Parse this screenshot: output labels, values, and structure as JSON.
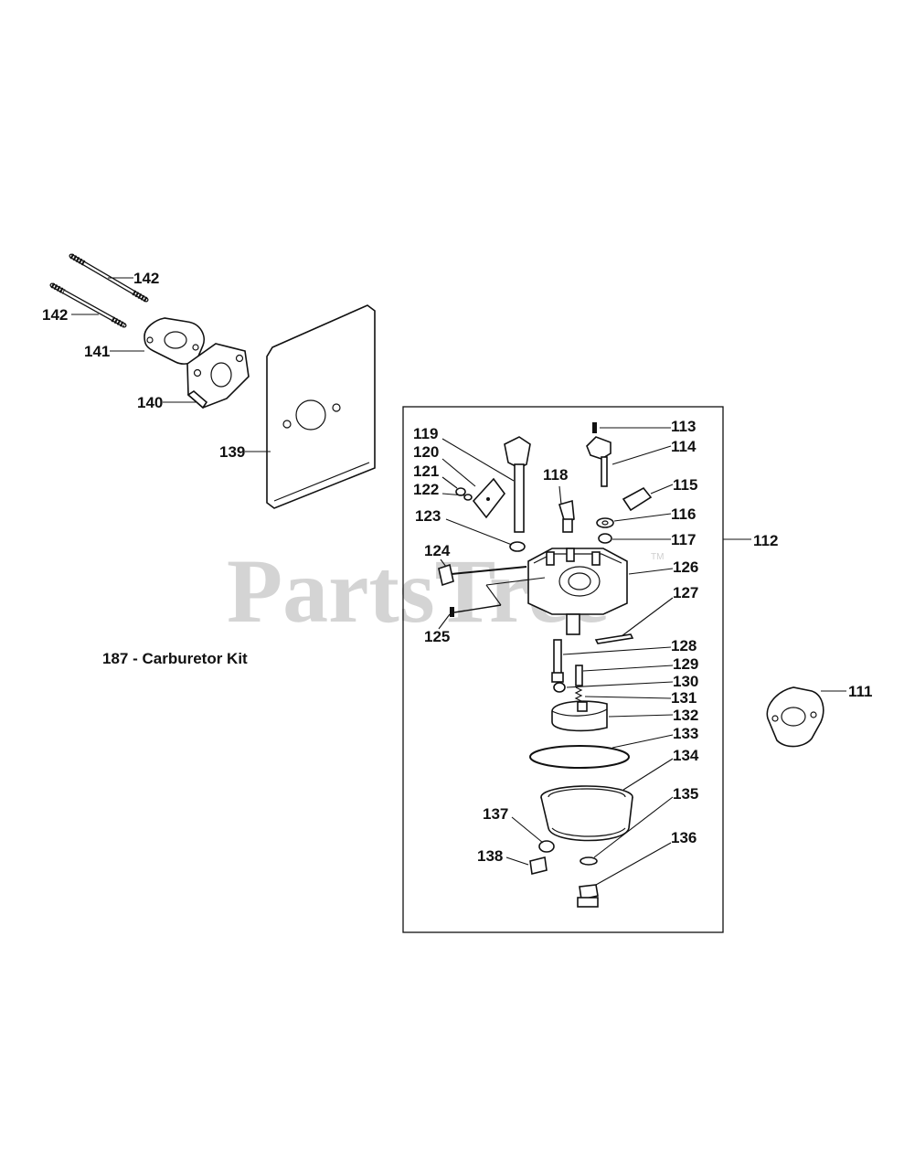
{
  "watermark": {
    "brand": "PartsTree",
    "trademark": "TM"
  },
  "kit_note": "187 - Carburetor Kit",
  "callouts": {
    "c142a": "142",
    "c142b": "142",
    "c141": "141",
    "c140": "140",
    "c139": "139",
    "c113": "113",
    "c114": "114",
    "c115": "115",
    "c116": "116",
    "c117": "117",
    "c112": "112",
    "c118": "118",
    "c119": "119",
    "c120": "120",
    "c121": "121",
    "c122": "122",
    "c123": "123",
    "c124": "124",
    "c125": "125",
    "c126": "126",
    "c127": "127",
    "c128": "128",
    "c129": "129",
    "c130": "130",
    "c131": "131",
    "c132": "132",
    "c133": "133",
    "c134": "134",
    "c135": "135",
    "c136": "136",
    "c137": "137",
    "c138": "138",
    "c111": "111"
  }
}
